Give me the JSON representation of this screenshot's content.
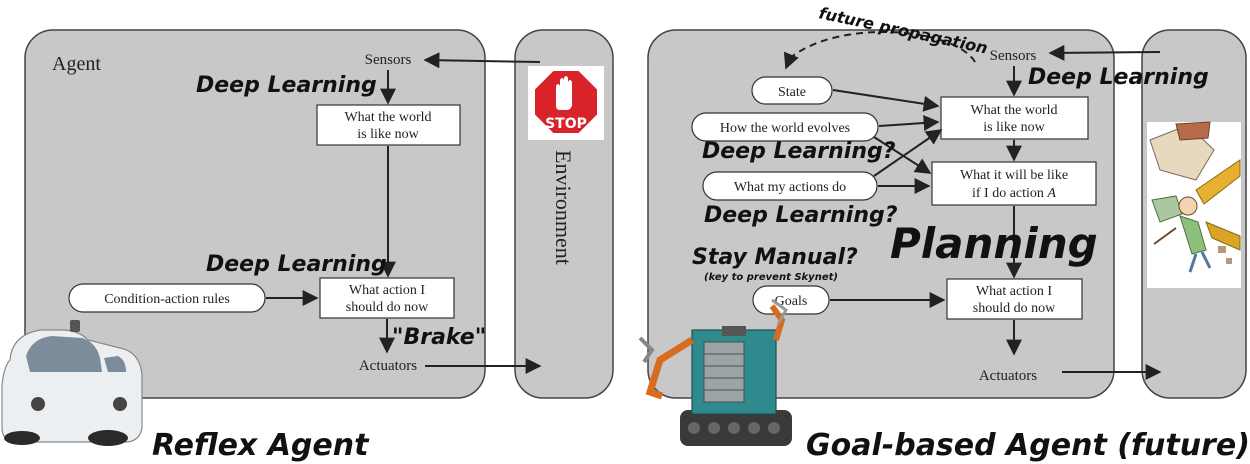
{
  "left": {
    "agent_label": "Agent",
    "sensors": "Sensors",
    "world_now": [
      "What the world",
      "is like now"
    ],
    "action": [
      "What action I",
      "should do now"
    ],
    "rules": "Condition-action rules",
    "actuators": "Actuators",
    "environment": "Environment",
    "dl_top": "Deep Learning",
    "dl_mid": "Deep Learning",
    "brake": "\"Brake\"",
    "stop_sign": "STOP",
    "title": "Reflex Agent"
  },
  "right": {
    "sensors": "Sensors",
    "state": "State",
    "evolves": "How the world evolves",
    "actions_do": "What my actions do",
    "goals": "Goals",
    "world_now": [
      "What the world",
      "is like now"
    ],
    "will_be": [
      "What it will be like",
      "if I do action A"
    ],
    "action": [
      "What action I",
      "should do now"
    ],
    "actuators": "Actuators",
    "future_propagation": "future propagation",
    "dl_top": "Deep Learning",
    "dl_q1": "Deep Learning?",
    "dl_q2": "Deep Learning?",
    "stay_manual": "Stay Manual?",
    "skynet": "(key to prevent Skynet)",
    "planning": "Planning",
    "title": "Goal-based Agent (future)"
  },
  "colors": {
    "panel_fill": "#c8c8c8",
    "panel_stroke": "#444444",
    "box_fill": "#ffffff",
    "arrow": "#222222",
    "stop_red": "#d8232a"
  }
}
